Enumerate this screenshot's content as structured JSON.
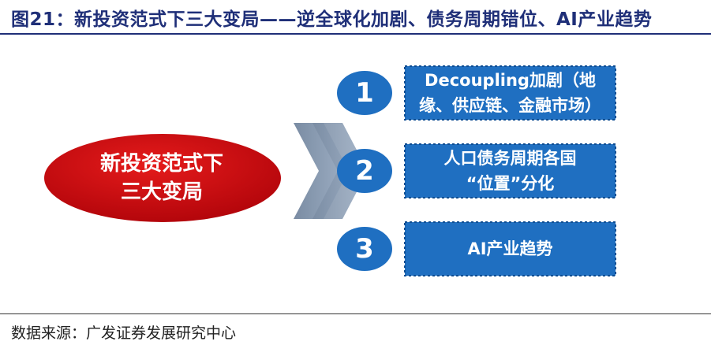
{
  "title": "图21：新投资范式下三大变局——逆全球化加剧、债务周期错位、AI产业趋势",
  "center": {
    "text": "新投资范式下\n三大变局"
  },
  "items": [
    {
      "number": "1",
      "text": "Decoupling加剧（地\n缘、供应链、金融市场）"
    },
    {
      "number": "2",
      "text": "人口债务周期各国\n“位置”分化"
    },
    {
      "number": "3",
      "text": "AI产业趋势"
    }
  ],
  "source": "数据来源：广发证券发展研究中心",
  "colors": {
    "ellipse": "#c8050c",
    "number_circle": "#1f6fc1",
    "box": "#1f6fc1",
    "box_border": "#0f4d91",
    "chevrons": "#7f93ad",
    "title": "#1f2f78"
  }
}
